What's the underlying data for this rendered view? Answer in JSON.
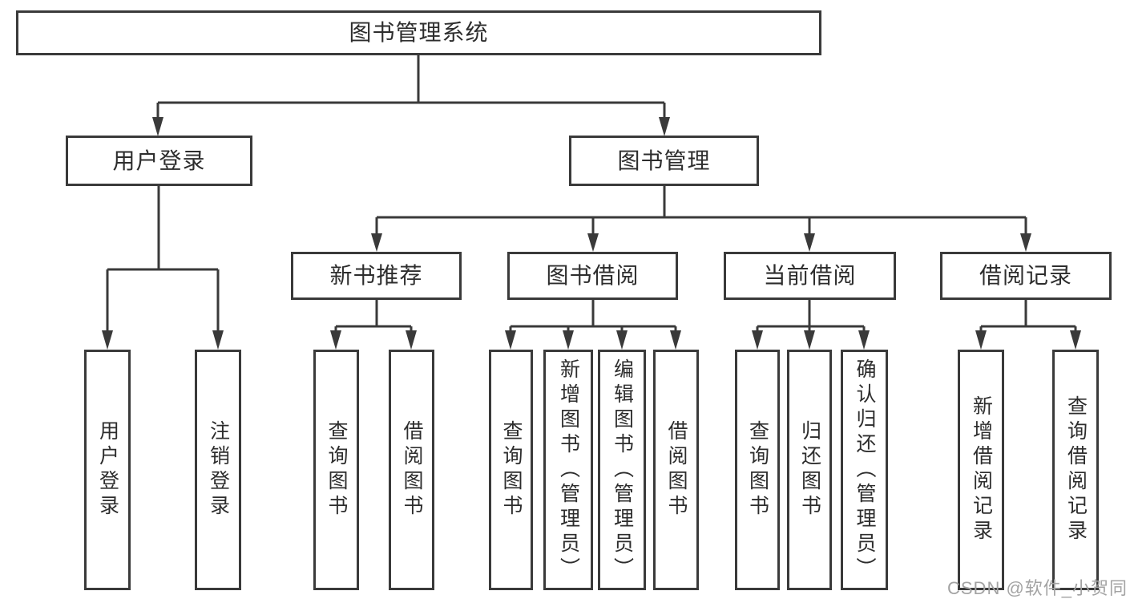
{
  "nodes": {
    "root": "图书管理系统",
    "user_login": "用户登录",
    "book_mgmt": "图书管理",
    "new_book_rec": "新书推荐",
    "book_borrow": "图书借阅",
    "current_borrow": "当前借阅",
    "borrow_records": "借阅记录",
    "leaf_user_login": "用户登录",
    "leaf_logout": "注销登录",
    "leaf_query_book_1": "查询图书",
    "leaf_borrow_book_1": "借阅图书",
    "leaf_query_book_2": "查询图书",
    "leaf_add_book_admin": "新增图书（管理员）",
    "leaf_edit_book_admin": "编辑图书（管理员）",
    "leaf_borrow_book_2": "借阅图书",
    "leaf_query_book_3": "查询图书",
    "leaf_return_book": "归还图书",
    "leaf_confirm_return_admin": "确认归还（管理员）",
    "leaf_add_borrow_record": "新增借阅记录",
    "leaf_query_borrow_record": "查询借阅记录"
  },
  "watermark": "CSDN @软件_小贺同学",
  "colors": {
    "line": "#3a3a3a",
    "text": "#2d2d2d",
    "watermark": "#a3a3a3",
    "background": "#ffffff"
  }
}
